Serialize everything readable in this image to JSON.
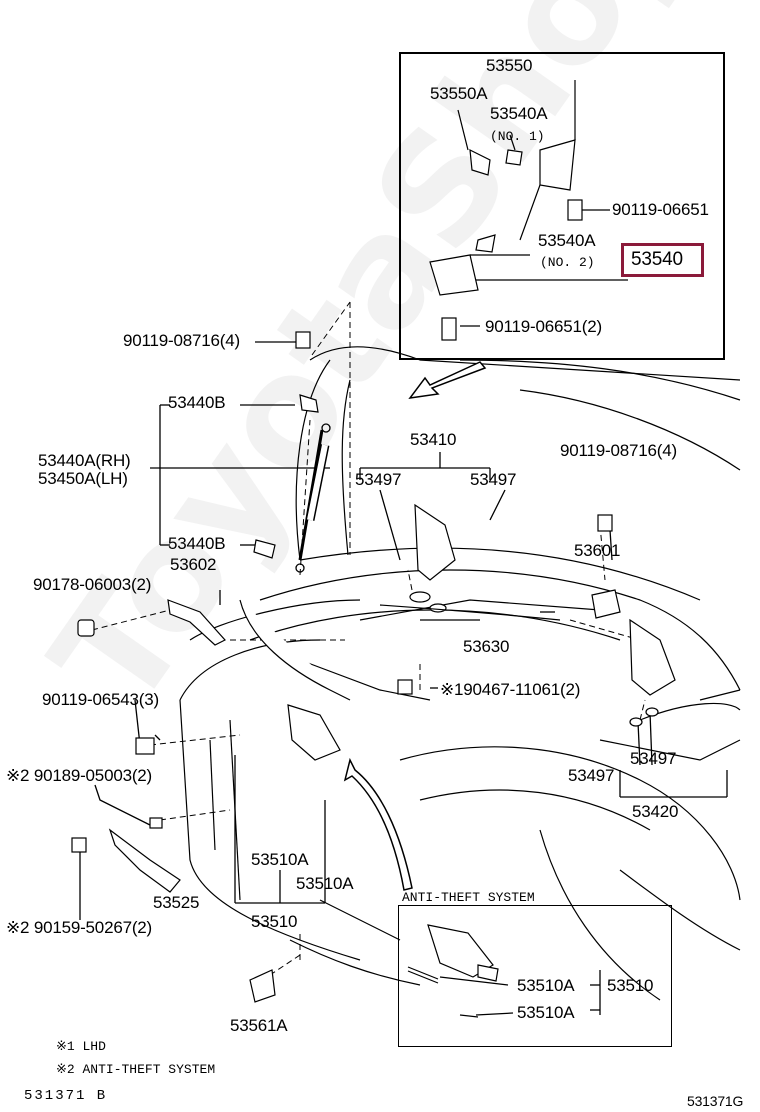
{
  "inset_top": {
    "part_53550": "53550",
    "part_53550A": "53550A",
    "part_53540A_no1": "53540A",
    "no1": "(NO. 1)",
    "bolt_a": "90119-06651",
    "part_53540A_no2": "53540A",
    "no2": "(NO. 2)",
    "part_53540": "53540",
    "bolt_b": "90119-06651(2)"
  },
  "highlight_color": "#8b1a3a",
  "labels": {
    "bolt_90119_08716_l": "90119-08716(4)",
    "p53440B_top": "53440B",
    "p53440A": "53440A(RH)",
    "p53450A": "53450A(LH)",
    "p53440B_bot": "53440B",
    "p90178": "90178-06003(2)",
    "p53602": "53602",
    "p53410": "53410",
    "p53497_a": "53497",
    "p53497_b": "53497",
    "bolt_90119_08716_r": "90119-08716(4)",
    "p53601": "53601",
    "p53630": "53630",
    "p90467": "※190467-11061(2)",
    "p90119_06543": "90119-06543(3)",
    "p90189": "※2 90189-05003(2)",
    "p53497_c": "53497",
    "p53497_d": "53497",
    "p53420": "53420",
    "p53510A_a": "53510A",
    "p53510A_b": "53510A",
    "p53525": "53525",
    "p53510": "53510",
    "p90159": "※2 90159-50267(2)",
    "p53561A": "53561A"
  },
  "inset_bottom": {
    "title": "ANTI-THEFT SYSTEM",
    "p53510A_1": "53510A",
    "p53510A_2": "53510A",
    "p53510": "53510"
  },
  "notes": {
    "note1": "※1 LHD",
    "note2": "※2 ANTI-THEFT SYSTEM",
    "ref_left": "531371 B",
    "ref_right": "531371G"
  },
  "watermark": "ToyotaShop.ru"
}
